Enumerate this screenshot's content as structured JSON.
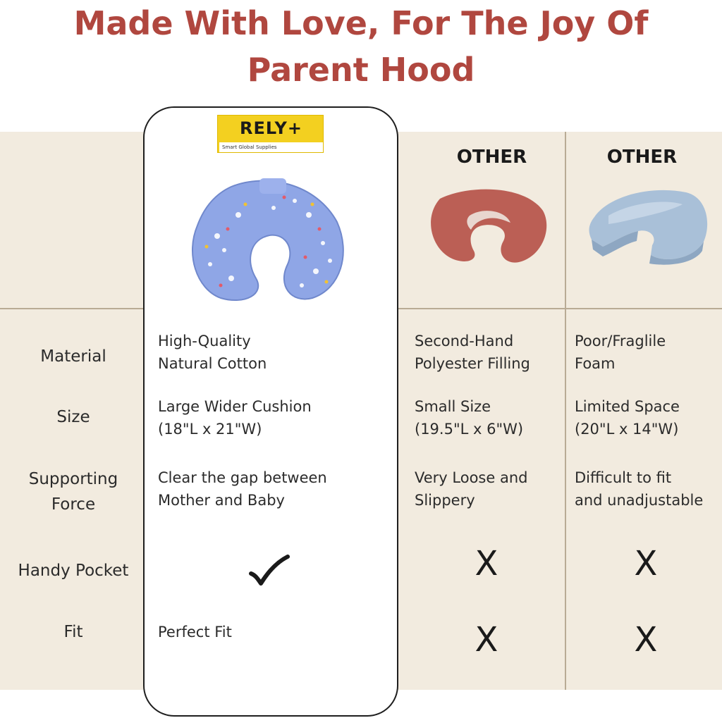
{
  "headline": {
    "line1": "Made With Love, For The Joy Of",
    "line2": "Parent Hood"
  },
  "logo": {
    "brand": "RELY+",
    "tagline": "Smart Global Supplies"
  },
  "columns": {
    "other1": "OTHER",
    "other2": "OTHER"
  },
  "rows": {
    "material": {
      "label": "Material",
      "rely": [
        "High-Quality",
        "Natural Cotton"
      ],
      "other1": [
        "Second-Hand",
        "Polyester Filling"
      ],
      "other2": [
        "Poor/Fraglile",
        "Foam"
      ]
    },
    "size": {
      "label": "Size",
      "rely": [
        "Large Wider Cushion",
        "(18\"L x 21\"W)"
      ],
      "other1": [
        "Small Size",
        "(19.5\"L x 6\"W)"
      ],
      "other2": [
        "Limited Space",
        "(20\"L x 14\"W)"
      ]
    },
    "supporting": {
      "label": [
        "Supporting",
        "Force"
      ],
      "rely": [
        "Clear the gap between",
        "Mother and Baby"
      ],
      "other1": [
        "Very Loose and",
        "Slippery"
      ],
      "other2": [
        "Difficult to fit",
        "and unadjustable"
      ]
    },
    "pocket": {
      "label": "Handy Pocket",
      "other1": "X",
      "other2": "X"
    },
    "fit": {
      "label": "Fit",
      "rely": "Perfect Fit",
      "other1": "X",
      "other2": "X"
    }
  },
  "icons": {
    "check": "checkmark-icon",
    "rely_product": "nursing-pillow-icon",
    "other1_product": "nursing-pillow-icon",
    "other2_product": "foam-pillow-icon"
  },
  "colors": {
    "headline": "#b0473f",
    "panel": "#f2ebdf",
    "logo_yellow": "#f3d020",
    "rely_pillow": "#8fa6e6",
    "other1_pillow": "#bb5f55",
    "other2_pillow": "#a9c0d8"
  }
}
